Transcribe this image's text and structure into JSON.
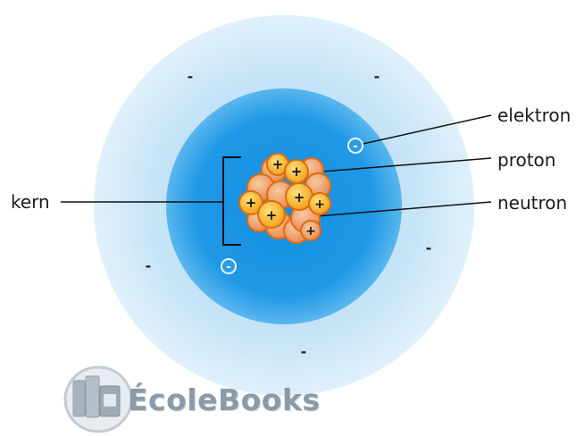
{
  "labels": {
    "electron": "elektron",
    "proton": "proton",
    "neutron": "neutron",
    "nucleus": "kern"
  },
  "watermark": {
    "text": "ÉcoleBooks"
  },
  "symbols": {
    "negative": "-",
    "positive": "+"
  },
  "colors": {
    "outer_shell": "#cfe8f8",
    "inner_shell": "#1e98e4",
    "proton_fill": "#f7b52a",
    "neutron_fill": "#f0a070",
    "particle_stroke": "#e06b10",
    "electron_ring": "#e8f6ff"
  },
  "icons": {
    "watermark": "books-icon"
  }
}
